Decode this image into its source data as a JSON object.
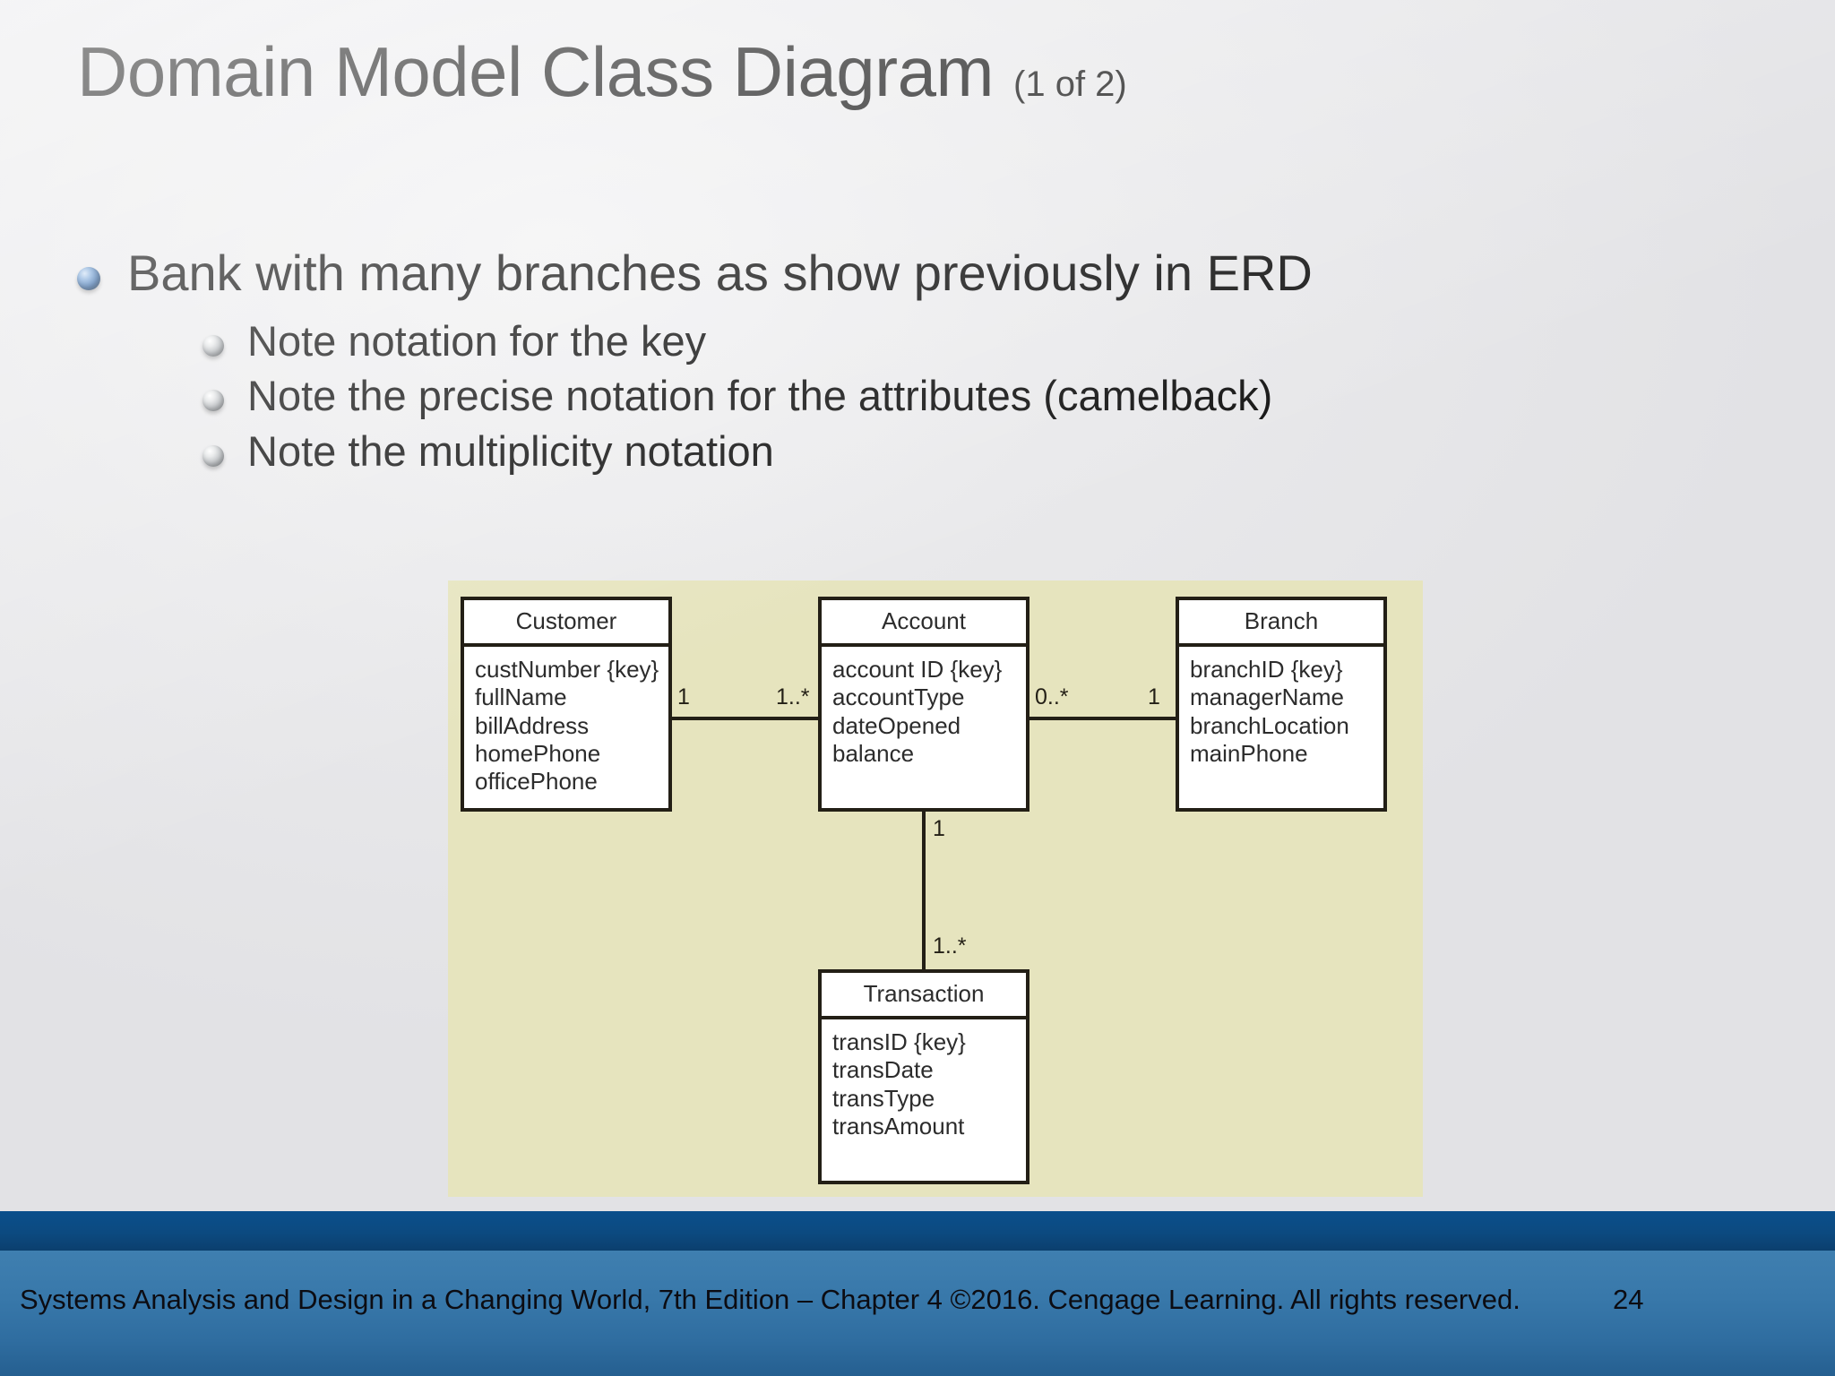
{
  "slide": {
    "title_main": "Domain Model Class Diagram",
    "title_sub": "(1 of 2)",
    "bullets": [
      {
        "level": 1,
        "marker": "blue-sphere-bullet",
        "text": "Bank with many branches as show previously in ERD"
      },
      {
        "level": 2,
        "marker": "gray-sphere-bullet",
        "text": "Note notation for the key"
      },
      {
        "level": 2,
        "marker": "gray-sphere-bullet",
        "text": "Note the precise notation for the attributes (camelback)"
      },
      {
        "level": 2,
        "marker": "gray-sphere-bullet",
        "text": "Note the multiplicity notation"
      }
    ],
    "footer": {
      "text": "Systems Analysis and Design in a Changing World, 7th Edition – Chapter 4 ©2016. Cengage Learning. All rights reserved.",
      "page_number": "24"
    }
  },
  "diagram": {
    "kind": "uml-class-diagram",
    "panel_background": "#e6e4be",
    "classes": [
      {
        "id": "customer",
        "name": "Customer",
        "attributes": [
          "custNumber {key}",
          "fullName",
          "billAddress",
          "homePhone",
          "officePhone"
        ]
      },
      {
        "id": "account",
        "name": "Account",
        "attributes": [
          "account ID {key}",
          "accountType",
          "dateOpened",
          "balance"
        ]
      },
      {
        "id": "branch",
        "name": "Branch",
        "attributes": [
          "branchID {key}",
          "managerName",
          "branchLocation",
          "mainPhone"
        ]
      },
      {
        "id": "transaction",
        "name": "Transaction",
        "attributes": [
          "transID {key}",
          "transDate",
          "transType",
          "transAmount"
        ]
      }
    ],
    "associations": [
      {
        "id": "customer-account",
        "from": "customer",
        "to": "account",
        "from_multiplicity": "1",
        "to_multiplicity": "1..*"
      },
      {
        "id": "account-branch",
        "from": "account",
        "to": "branch",
        "from_multiplicity": "0..*",
        "to_multiplicity": "1"
      },
      {
        "id": "account-transaction",
        "from": "account",
        "to": "transaction",
        "from_multiplicity": "1",
        "to_multiplicity": "1..*"
      }
    ]
  },
  "colors": {
    "slide_background": "#e9e9eb",
    "diagram_panel": "#e6e4be",
    "class_box_fill": "#ffffff",
    "class_box_border": "#231f16",
    "footer_dark_band": "#0c4a80",
    "footer_light_band": "#3878aa",
    "bullet_blue": "#2b5f9e",
    "bullet_gray": "#a9adb1"
  }
}
